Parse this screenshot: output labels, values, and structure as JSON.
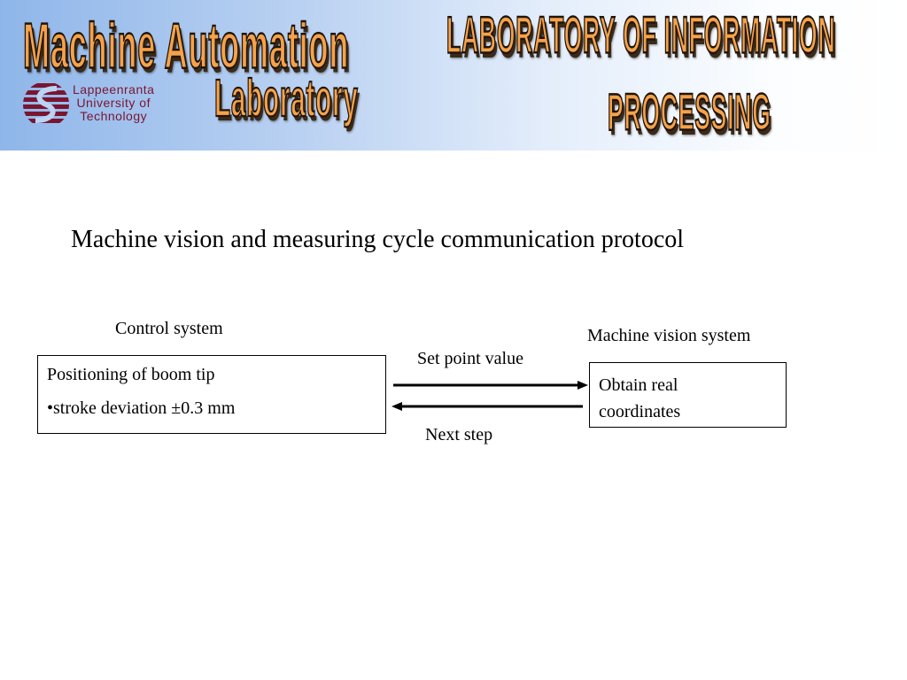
{
  "header": {
    "left_title_line1": "Machine Automation",
    "left_title_line2": "Laboratory",
    "university_line1": "Lappeenranta",
    "university_line2": "University of",
    "university_line3": "Technology",
    "right_title_line1": "LABORATORY OF INFORMATION",
    "right_title_line2": "PROCESSING",
    "logo_color": "#f5a24a",
    "university_color": "#7a1530"
  },
  "slide": {
    "title": "Machine vision and measuring cycle communication protocol"
  },
  "diagram": {
    "left_node": {
      "heading": "Control system",
      "line1": "Positioning of boom tip",
      "line2": "•stroke deviation ±0.3 mm"
    },
    "right_node": {
      "heading": "Machine vision system",
      "line1": "Obtain real",
      "line2": "coordinates"
    },
    "edges": {
      "forward_label": "Set point value",
      "backward_label": "Next step"
    }
  }
}
